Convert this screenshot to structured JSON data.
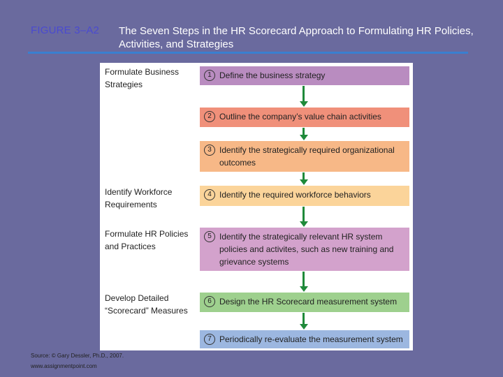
{
  "figure": {
    "label": "FIGURE 3–A2",
    "title": "The Seven Steps in the HR Scorecard Approach to Formulating HR Policies, Activities, and Strategies"
  },
  "stages": [
    {
      "label": "Formulate Business Strategies"
    },
    {
      "label": "Identify Workforce Requirements"
    },
    {
      "label": "Formulate HR Policies and Practices"
    },
    {
      "label": "Develop Detailed “Scorecard” Measures"
    }
  ],
  "steps": [
    {
      "num": "1",
      "text": "Define the business strategy",
      "color": "#b98cc0"
    },
    {
      "num": "2",
      "text": "Outline the company’s value chain activities",
      "color": "#f0907a"
    },
    {
      "num": "3",
      "text": "Identify the strategically required organizational outcomes",
      "color": "#f7b887"
    },
    {
      "num": "4",
      "text": "Identify the required workforce behaviors",
      "color": "#fbd49a"
    },
    {
      "num": "5",
      "text": "Identify the strategically relevant HR system policies and activites, such as new training and grievance systems",
      "color": "#d3a2cc"
    },
    {
      "num": "6",
      "text": "Design the HR Scorecard measurement system",
      "color": "#9ed08e"
    },
    {
      "num": "7",
      "text": "Periodically re-evaluate the measurement system",
      "color": "#9cb7e0"
    }
  ],
  "source": {
    "line1": "Source: © Gary Dessler, Ph.D., 2007.",
    "line2": "www.assignmentpoint.com"
  },
  "colors": {
    "background": "#6a6a9e",
    "arrow": "#1f8a3a",
    "rule": "#3a7fd0"
  }
}
